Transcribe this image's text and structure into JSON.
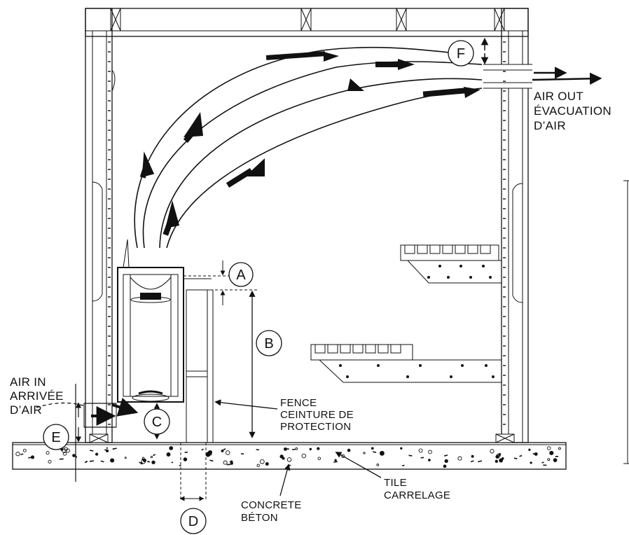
{
  "labels": {
    "air_in": [
      "AIR IN",
      "ARRIVÉE",
      "D’AIR"
    ],
    "air_out": [
      "AIR OUT",
      "ÉVACUATION",
      "D’AIR"
    ],
    "fence": [
      "FENCE",
      "CEINTURE DE",
      "PROTECTION"
    ],
    "tile": [
      "TILE",
      "CARRELAGE"
    ],
    "concrete": [
      "CONCRETE",
      "BÉTON"
    ]
  },
  "markers": {
    "a": "A",
    "b": "B",
    "c": "C",
    "d": "D",
    "e": "E",
    "f": "F"
  },
  "colors": {
    "ink": "#111111",
    "wall_fill": "#e6e6e6",
    "floor_fill": "#9a9a9a",
    "bench_fill": "#f2f2f2"
  }
}
